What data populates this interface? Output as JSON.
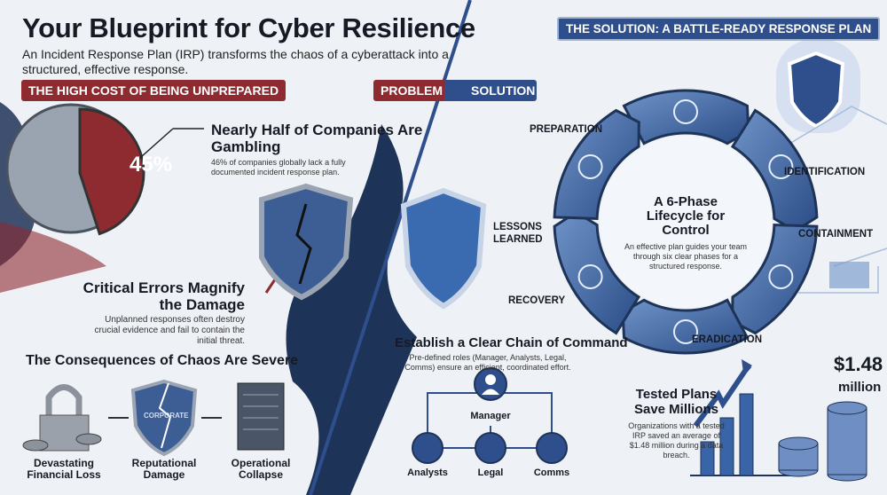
{
  "title": "Your Blueprint for Cyber Resilience",
  "subtitle": "An Incident Response Plan (IRP) transforms the chaos of a cyberattack into a structured, effective response.",
  "left": {
    "banner": "THE HIGH COST OF BEING UNPREPARED",
    "pie": {
      "value_label": "45%",
      "percent": 45,
      "color": "#8e2b30"
    },
    "gambling": {
      "title": "Nearly Half of Companies Are Gambling",
      "body": "46% of companies globally lack a fully documented incident response plan."
    },
    "errors": {
      "title": "Critical Errors Magnify the Damage",
      "body": "Unplanned responses often destroy crucial evidence and fail to contain the initial threat."
    },
    "consequences": {
      "title": "The Consequences of Chaos Are Severe",
      "items": [
        {
          "label": "Devastating Financial Loss",
          "icon": "broken-padlock-coins-icon"
        },
        {
          "label": "Reputational Damage",
          "icon": "broken-shield-icon",
          "shield_text": "CORPORATE"
        },
        {
          "label": "Operational Collapse",
          "icon": "cracked-server-icon"
        }
      ]
    }
  },
  "middle": {
    "problem": "PROBLEM",
    "solution": "SOLUTION"
  },
  "right": {
    "banner": "THE SOLUTION: A BATTLE-READY RESPONSE PLAN",
    "lifecycle": {
      "title": "A 6-Phase Lifecycle for Control",
      "body": "An effective plan guides your team through six clear phases for a structured response.",
      "phases": [
        "PREPARATION",
        "IDENTIFICATION",
        "CONTAINMENT",
        "ERADICATION",
        "RECOVERY",
        "LESSONS LEARNED"
      ]
    },
    "chain": {
      "title": "Establish a Clear Chain of Command",
      "body": "Pre-defined roles (Manager, Analysts, Legal, Comms) ensure an efficient, coordinated effort.",
      "roles": [
        "Manager",
        "Analysts",
        "Legal",
        "Comms"
      ]
    },
    "tested": {
      "title": "Tested Plans Save Millions",
      "body": "Organizations with a tested IRP saved an average of $1.48 million during a data breach.",
      "amount": "$1.48",
      "unit": "million"
    }
  },
  "colors": {
    "red": "#8e2b30",
    "navy": "#1e3358",
    "blue": "#2f4f8c",
    "light_blue": "#5b7fb8"
  }
}
